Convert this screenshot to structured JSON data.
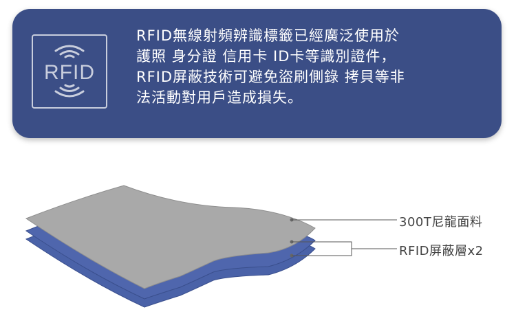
{
  "info": {
    "badge_text": "RFID",
    "badge_icon": "rfid-wireless-icon",
    "description": "RFID無線射頻辨識標籤已經廣泛使用於\n護照 身分證 信用卡 ID卡等識別證件，\nRFID屏蔽技術可避免盜刷側錄 拷貝等非\n法活動對用戶造成損失。"
  },
  "layers": {
    "fabric_label": "300T尼龍面料",
    "shield_label": "RFID屏蔽層x2"
  },
  "colors": {
    "panel": "#3b4e86",
    "fabric": "#a9a9a9",
    "shield": "#4a62a8",
    "badge_stroke": "#c9cedd"
  }
}
